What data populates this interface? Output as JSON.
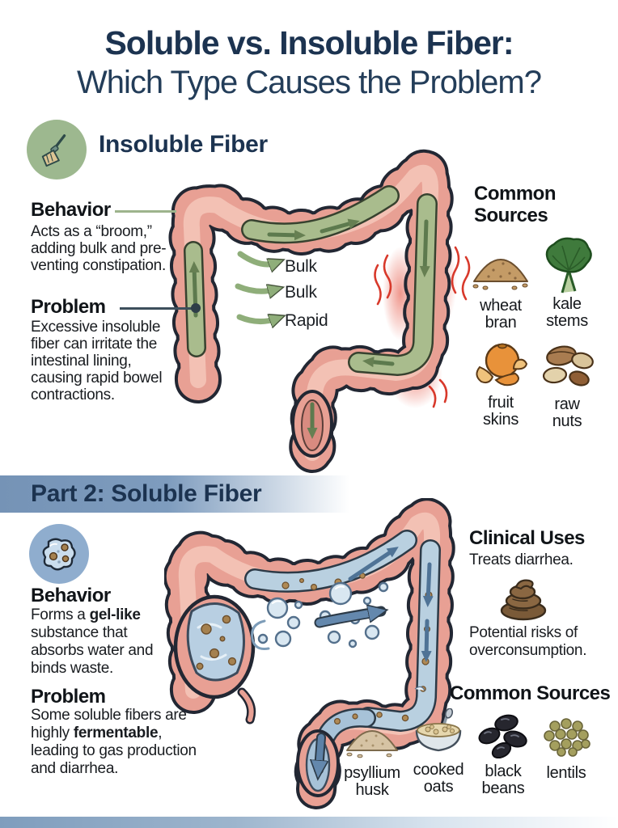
{
  "title": {
    "line1": "Soluble vs. Insoluble Fiber:",
    "line2": "Which Type Causes the Problem?"
  },
  "colors": {
    "navy": "#1c3350",
    "band_blue": "#7b9abc",
    "insoluble_icon_bg": "#9db88f",
    "soluble_icon_bg": "#8fadce",
    "colon_pink": "#e8a094",
    "fiber_green": "#a9bc8d",
    "gel_blue": "#b9d0e0",
    "irritation_red": "#d8392b"
  },
  "section1": {
    "heading": "Insoluble Fiber",
    "icon": "broom-icon",
    "behavior": {
      "heading": "Behavior",
      "lines": [
        "Acts as a “broom,”",
        "adding bulk and pre-",
        "venting constipation."
      ]
    },
    "problem": {
      "heading": "Problem",
      "lines": [
        "Excessive insoluble",
        "fiber can irritate the",
        "intestinal lining,",
        "causing rapid bowel",
        "contractions."
      ]
    },
    "flow_labels": [
      "Bulk",
      "Bulk",
      "Rapid"
    ],
    "sources": {
      "heading_lines": [
        "Common",
        "Sources"
      ],
      "items": [
        {
          "name": "wheat-bran",
          "label_lines": [
            "wheat",
            "bran"
          ]
        },
        {
          "name": "kale-stems",
          "label_lines": [
            "kale",
            "stems"
          ]
        },
        {
          "name": "fruit-skins",
          "label_lines": [
            "fruit",
            "skins"
          ]
        },
        {
          "name": "raw-nuts",
          "label_lines": [
            "raw",
            "nuts"
          ]
        }
      ]
    }
  },
  "section2": {
    "band_heading": "Part 2: Soluble Fiber",
    "icon": "gel-blob-icon",
    "behavior": {
      "heading": "Behavior",
      "l1_prefix": "Forms a ",
      "l1_bold": "gel-like",
      "lines_rest": [
        "substance that",
        "absorbs water and",
        "binds waste."
      ]
    },
    "problem": {
      "heading": "Problem",
      "l1": "Some soluble fibers are",
      "l2_prefix": "highly ",
      "l2_bold": "fermentable",
      "l2_suffix": ",",
      "l3": "leading to gas production",
      "l4": "and diarrhea."
    },
    "clinical": {
      "heading": "Clinical Uses",
      "line": "Treats diarrhea.",
      "icon": "stool-icon",
      "risk_lines": [
        "Potential risks of",
        "overconsumption."
      ]
    },
    "sources": {
      "heading": "Common Sources",
      "items": [
        {
          "name": "psyllium-husk",
          "label_lines": [
            "psyllium",
            "husk"
          ]
        },
        {
          "name": "cooked-oats",
          "label_lines": [
            "cooked",
            "oats"
          ]
        },
        {
          "name": "black-beans",
          "label_lines": [
            "black",
            "beans"
          ]
        },
        {
          "name": "lentils",
          "label_lines": [
            "lentils"
          ]
        }
      ]
    }
  }
}
